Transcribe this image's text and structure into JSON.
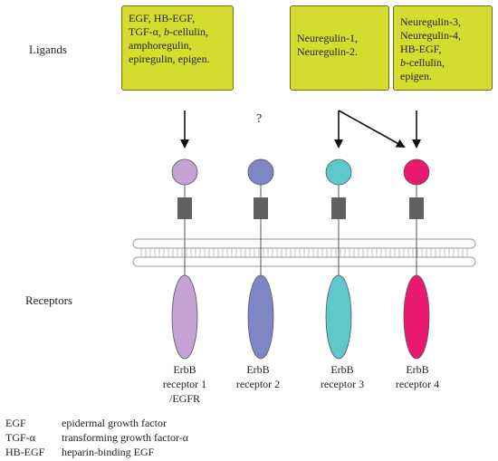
{
  "section_labels": {
    "ligands": "Ligands",
    "receptors": "Receptors"
  },
  "ligand_boxes": [
    {
      "lines": [
        "EGF, HB-EGF,",
        "TGF-α, b-cellulin,",
        "amphoregulin,",
        "epiregulin, epigen."
      ]
    },
    {
      "lines": [
        "Neuregulin-1,",
        "Neuregulin-2."
      ]
    },
    {
      "lines": [
        "Neuregulin-3,",
        "Neuregulin-4,",
        "HB-EGF,",
        "b-cellulin,",
        "epigen."
      ]
    }
  ],
  "unknown_ligand_mark": "?",
  "receptors": [
    {
      "lines": [
        "ErbB",
        "receptor 1",
        "/EGFR"
      ],
      "color": "#c4a3d4"
    },
    {
      "lines": [
        "ErbB",
        "receptor 2"
      ],
      "color": "#7f86c6"
    },
    {
      "lines": [
        "ErbB",
        "receptor 3"
      ],
      "color": "#5ec9cd"
    },
    {
      "lines": [
        "ErbB",
        "receptor 4"
      ],
      "color": "#e8196e"
    }
  ],
  "colors": {
    "ligand_box": "#d4dc2e",
    "transmembrane": "#606060",
    "membrane_stroke": "#999999"
  },
  "legend": [
    {
      "abbr": "EGF",
      "definition": "epidermal growth factor"
    },
    {
      "abbr": "TGF-α",
      "definition": "transforming growth factor-α"
    },
    {
      "abbr": "HB-EGF",
      "definition": "heparin-binding EGF"
    }
  ]
}
